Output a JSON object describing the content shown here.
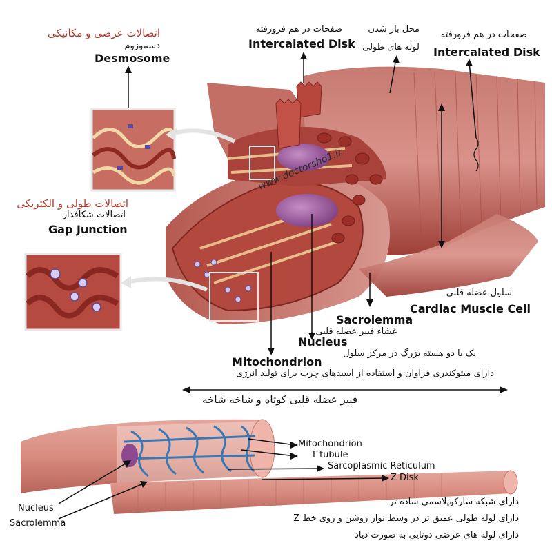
{
  "labels": {
    "desmosome_fa_group": "اتصالات عرضی و مکانیکی",
    "desmosome_fa": "دسموزوم",
    "desmosome_en": "Desmosome",
    "gap_fa_group": "اتصالات طولی و الکتریکی",
    "gap_fa": "اتصالات شکافدار",
    "gap_en": "Gap Junction",
    "disk1_fa": "صفحات در هم فرورفته",
    "disk1_en": "Intercalated Disk",
    "ttubule_fa1": "محل باز شدن",
    "ttubule_fa2": "لوله های طولی",
    "disk2_fa": "صفحات در هم فرورفته",
    "disk2_en": "Intercalated Disk",
    "cell_fa": "سلول عضله قلبی",
    "cell_en": "Cardiac Muscle Cell",
    "sarcolemma_en": "Sacrolemma",
    "sarcolemma_fa": "غشاء فیبر عضله قلبی",
    "nucleus_en": "Nucleus",
    "nucleus_fa": "یک یا دو هسته بزرگ در مرکز سلول",
    "mito_en": "Mitochondrion",
    "mito_fa": "دارای میتوکندری فراوان و استفاده از اسیدهای چرب برای تولید انرژی",
    "fiber_fa": "فیبر عضله قلبی کوتاه و شاخه شاخه",
    "watermark": "www.doctorsho1.ir"
  },
  "bottom": {
    "mito_en": "Mitochondrion",
    "ttubule_en": "T tubule",
    "sr_en": "Sarcoplasmic Reticulum",
    "zdisk_en": "Z Disk",
    "nucleus_en": "Nucleus",
    "sarcolemma_en": "Sacrolemma",
    "note1_fa": "دارای شبکه سارکوپلاسمی ساده تر",
    "note2_fa": "دارای لوله طولی عمیق تر در وسط نوار روشن و روی خط Z",
    "note3_fa": "دارای لوله های عرضی دوتایی به صورت دیاد"
  },
  "colors": {
    "muscle_dark": "#8e2f2a",
    "muscle_mid": "#b9584d",
    "muscle_light": "#d9928a",
    "nucleus": "#8e4a8f",
    "tubule_blue": "#3a78b5",
    "label_red": "#b03a2e"
  }
}
